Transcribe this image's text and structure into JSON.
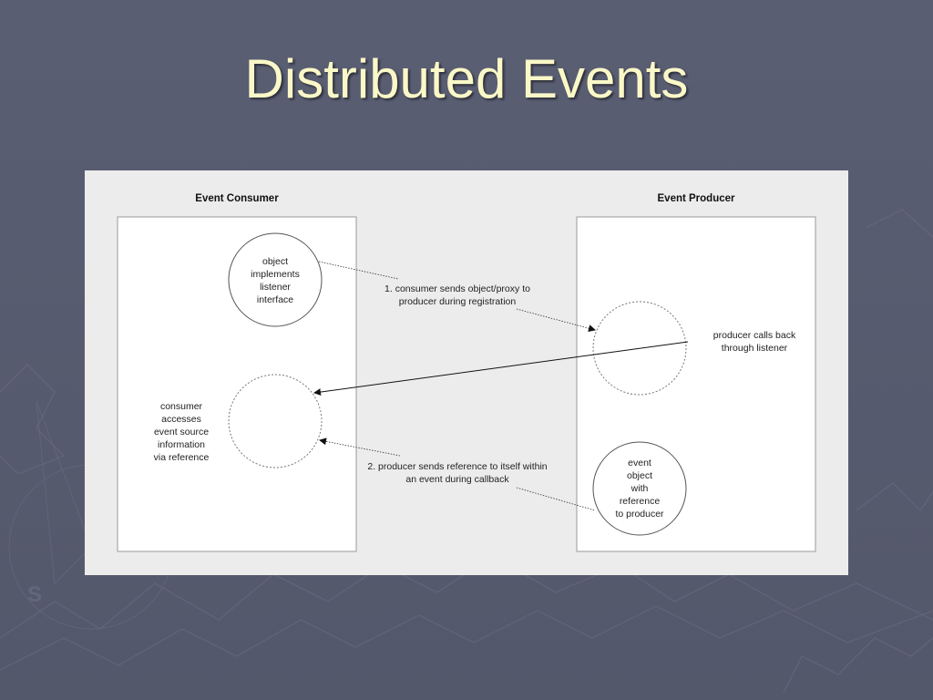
{
  "slide": {
    "title": "Distributed Events"
  },
  "diagram": {
    "consumer_header": "Event Consumer",
    "producer_header": "Event Producer",
    "listener_object": [
      "object",
      "implements",
      "listener",
      "interface"
    ],
    "consumer_note": [
      "consumer",
      "accesses",
      "event source",
      "information",
      "via reference"
    ],
    "step1": [
      "1. consumer sends object/proxy to",
      "producer during registration"
    ],
    "callback_note": [
      "producer calls back",
      "through listener"
    ],
    "step2": [
      "2. producer sends reference to itself within",
      "an event during callback"
    ],
    "event_object": [
      "event",
      "object",
      "with",
      "reference",
      "to producer"
    ]
  },
  "colors": {
    "background": "#565a6d",
    "title": "#fbf8c8",
    "figure_bg": "#ececec",
    "panel_bg": "#ffffff"
  }
}
